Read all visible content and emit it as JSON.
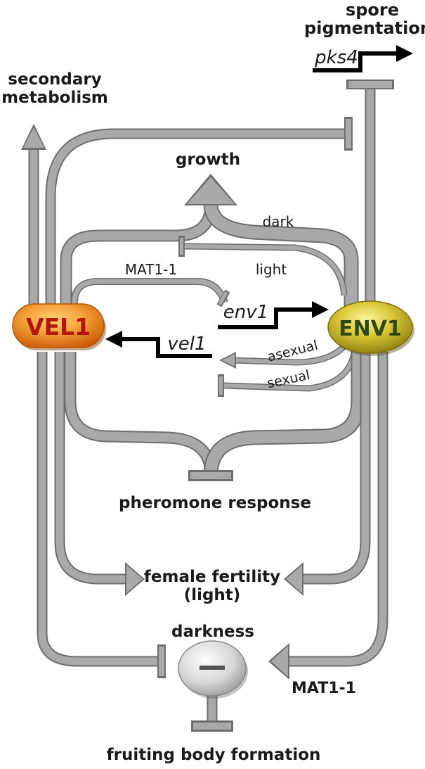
{
  "nodes": {
    "vel1": "VEL1",
    "env1": "ENV1",
    "inhibitor_symbol": "—"
  },
  "labels": {
    "spore_pigmentation_line1": "spore",
    "spore_pigmentation_line2": "pigmentation",
    "secondary_metabolism_line1": "secondary",
    "secondary_metabolism_line2": "metabolism",
    "growth": "growth",
    "dark": "dark",
    "light": "light",
    "mat1_1_top": "MAT1-1",
    "asexual": "asexual",
    "sexual": "sexual",
    "pheromone_response": "pheromone response",
    "female_fertility_line1": "female fertility",
    "female_fertility_line2": "(light)",
    "darkness": "darkness",
    "mat1_1_bottom": "MAT1-1",
    "fruiting_body_formation": "fruiting body formation"
  },
  "genes": {
    "pks4": "pks4",
    "env1": "env1",
    "vel1": "vel1"
  },
  "colors": {
    "connector": "#a9a9a9",
    "connector_shadow": "#6e6e6e",
    "vel1_fill": "#f08a1e",
    "vel1_text": "#b0180c",
    "env1_fill": "#c9b820",
    "env1_text": "#2e4a12",
    "gene_arrow": "#000000"
  }
}
